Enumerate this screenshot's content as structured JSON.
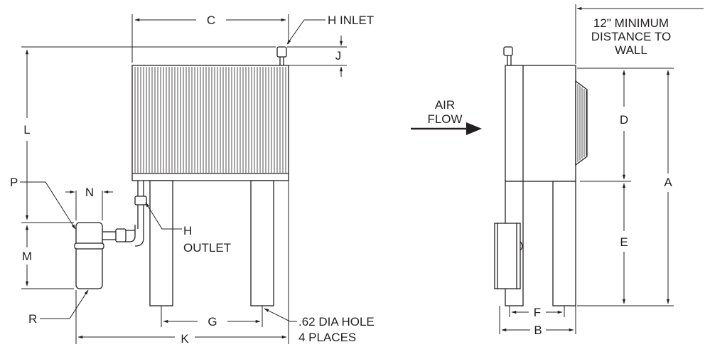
{
  "labels": {
    "c": "C",
    "h_inlet": "H INLET",
    "j": "J",
    "l": "L",
    "p": "P",
    "n": "N",
    "m": "M",
    "r": "R",
    "h_outlet_1": "H",
    "h_outlet_2": "OUTLET",
    "g": "G",
    "k": "K",
    "hole_1": ".62 DIA HOLE",
    "hole_2": "4 PLACES",
    "air_1": "AIR",
    "air_2": "FLOW",
    "wall_1": "12\" MINIMUM",
    "wall_2": "DISTANCE TO",
    "wall_3": "WALL",
    "d": "D",
    "a": "A",
    "e": "E",
    "f": "F",
    "b": "B"
  },
  "colors": {
    "line": "#231f20",
    "background": "#ffffff"
  }
}
